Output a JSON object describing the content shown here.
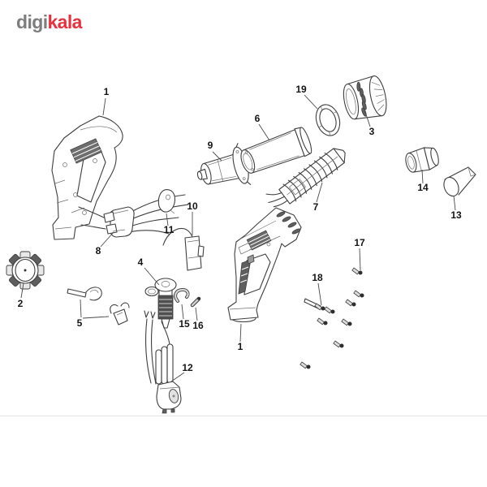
{
  "watermark": {
    "text_gray": "digi",
    "text_red": "kala",
    "color_gray": "#7d7d7d",
    "color_red": "#e6323e"
  },
  "diagram": {
    "kind": "exploded-parts-diagram",
    "subject": "heat-gun",
    "line_color": "#3f3f3f",
    "label_color": "#141414",
    "divider_color": "#e3e3e3",
    "labels": [
      {
        "number": "1",
        "part": "housing-shell"
      },
      {
        "number": "2",
        "part": "fan-impeller"
      },
      {
        "number": "3",
        "part": "nozzle-guard-cage"
      },
      {
        "number": "4",
        "part": "spindle"
      },
      {
        "number": "5",
        "part": "retaining-clips"
      },
      {
        "number": "6",
        "part": "barrel-tube"
      },
      {
        "number": "7",
        "part": "heating-element"
      },
      {
        "number": "8",
        "part": "switch"
      },
      {
        "number": "9",
        "part": "motor"
      },
      {
        "number": "10",
        "part": "thermostat"
      },
      {
        "number": "11",
        "part": "cover-plate"
      },
      {
        "number": "12",
        "part": "power-cord-and-plug"
      },
      {
        "number": "13",
        "part": "deflector-nozzle"
      },
      {
        "number": "14",
        "part": "reducer-nozzle"
      },
      {
        "number": "15",
        "part": "small-clip"
      },
      {
        "number": "16",
        "part": "small-pin"
      },
      {
        "number": "17",
        "part": "screw"
      },
      {
        "number": "18",
        "part": "long-screw"
      },
      {
        "number": "19",
        "part": "gasket-ring"
      },
      {
        "number": "1",
        "part": "assembled-heat-gun"
      }
    ]
  }
}
